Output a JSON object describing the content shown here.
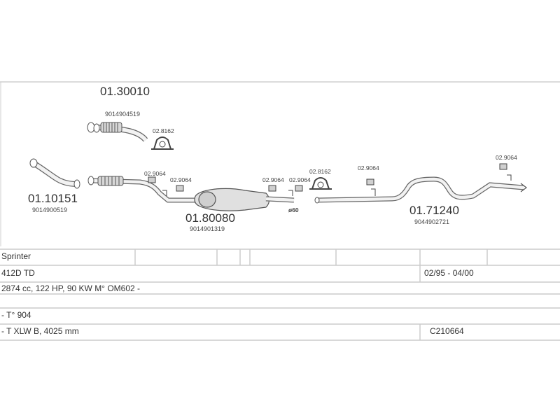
{
  "diagram": {
    "parts": {
      "front_pipe_upper": {
        "code": "01.30010",
        "oem": "9014904519"
      },
      "front_pipe": {
        "code": "01.10151",
        "oem": "9014900519"
      },
      "middle_silencer": {
        "code": "01.80080",
        "oem": "9014901319"
      },
      "rear_silencer": {
        "code": "01.71240",
        "oem": "9044902721"
      }
    },
    "clamps": {
      "c1": "02.8162",
      "c2": "02.9064",
      "c3": "02.9064",
      "c4": "02.9064",
      "c5": "02.9064",
      "c6": "02.8162",
      "c7": "02.9064",
      "c8": "02.9064"
    },
    "diameter_note": "ø60"
  },
  "info_table": {
    "rows": [
      {
        "left": "Sprinter",
        "right": ""
      },
      {
        "left": "412D TD",
        "right": "02/95 - 04/00"
      },
      {
        "left": "2874 cc, 122 HP, 90 KW M° OM602 -",
        "right": ""
      },
      {
        "left": "- T° 904",
        "right": ""
      },
      {
        "left": "- T XLW B, 4025 mm",
        "right": "C210664"
      }
    ]
  }
}
